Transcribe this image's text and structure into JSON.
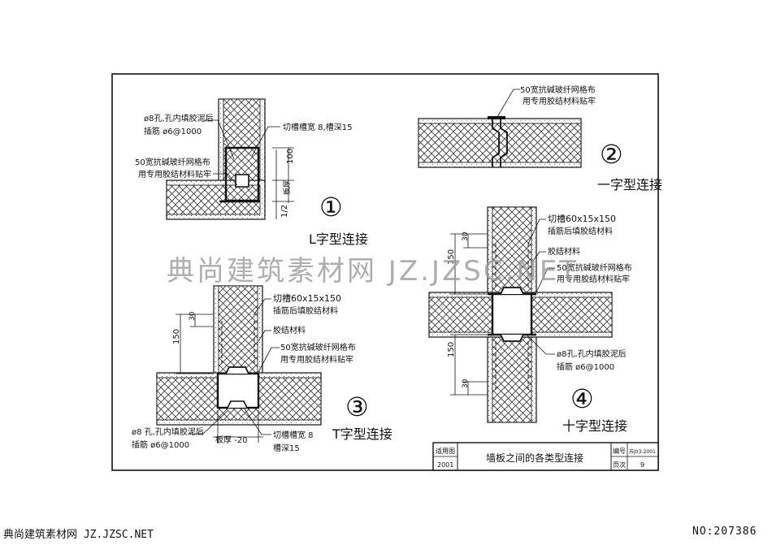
{
  "diagram1": {
    "note_hole": "ø8孔,孔内填胶泥后",
    "note_rebar": "插筋 ø6@1000",
    "note_groove": "切槽槽宽 8,槽深15",
    "note_mesh1": "50宽抗碱玻纤网格布",
    "note_mesh2": "用专用胶结材料贴牢",
    "dim_100": "100",
    "dim_board": "板厚",
    "dim_half": "1/2",
    "number": "①",
    "caption": "L字型连接"
  },
  "diagram2": {
    "note_mesh1": "50宽抗碱玻纤网格布",
    "note_mesh2": "用专用胶结材料贴牢",
    "number": "②",
    "caption": "一字型连接"
  },
  "diagram3": {
    "note_cut1": "切槽60x15x150",
    "note_cut2": "插筋后填胶结材料",
    "note_glue": "胶结材料",
    "note_mesh1": "50宽抗碱玻纤网格布",
    "note_mesh2": "用专用胶结材料贴牢",
    "note_hole": "ø8 孔,孔内填胶泥后",
    "note_rebar": "插筋 ø6@1000",
    "dim_board": "板厚 -20",
    "note_groove1": "切槽槽宽 8",
    "note_groove2": "槽深15",
    "dim_150": "150",
    "dim_30": "30",
    "number": "③",
    "caption": "T字型连接"
  },
  "diagram4": {
    "note_cut1": "切槽60x15x150",
    "note_cut2": "插筋后填胶结材料",
    "note_glue": "胶结材料",
    "note_mesh1": "50宽抗碱玻纤网格布",
    "note_mesh2": "用专用胶结材料贴牢",
    "note_hole": "ø8孔,孔内填胶泥后",
    "note_rebar": "插筋 ø6@1000",
    "dim_150a": "150",
    "dim_30a": "30",
    "dim_150b": "150",
    "dim_30b": "30",
    "number": "④",
    "caption": "十字型连接"
  },
  "titleblock": {
    "applicable_label": "适用图",
    "applicable_value": "2001",
    "title": "墙板之间的各类型连接",
    "code_label": "编号",
    "code_value": "苏J03-2001",
    "page_label": "页次",
    "page_value": "9"
  },
  "watermark": "典尚建筑素材网 JZ.JZSC.NET",
  "footer": {
    "left": "典尚建筑素材网 JZ.JZSC.NET",
    "right": "NO:207386"
  }
}
